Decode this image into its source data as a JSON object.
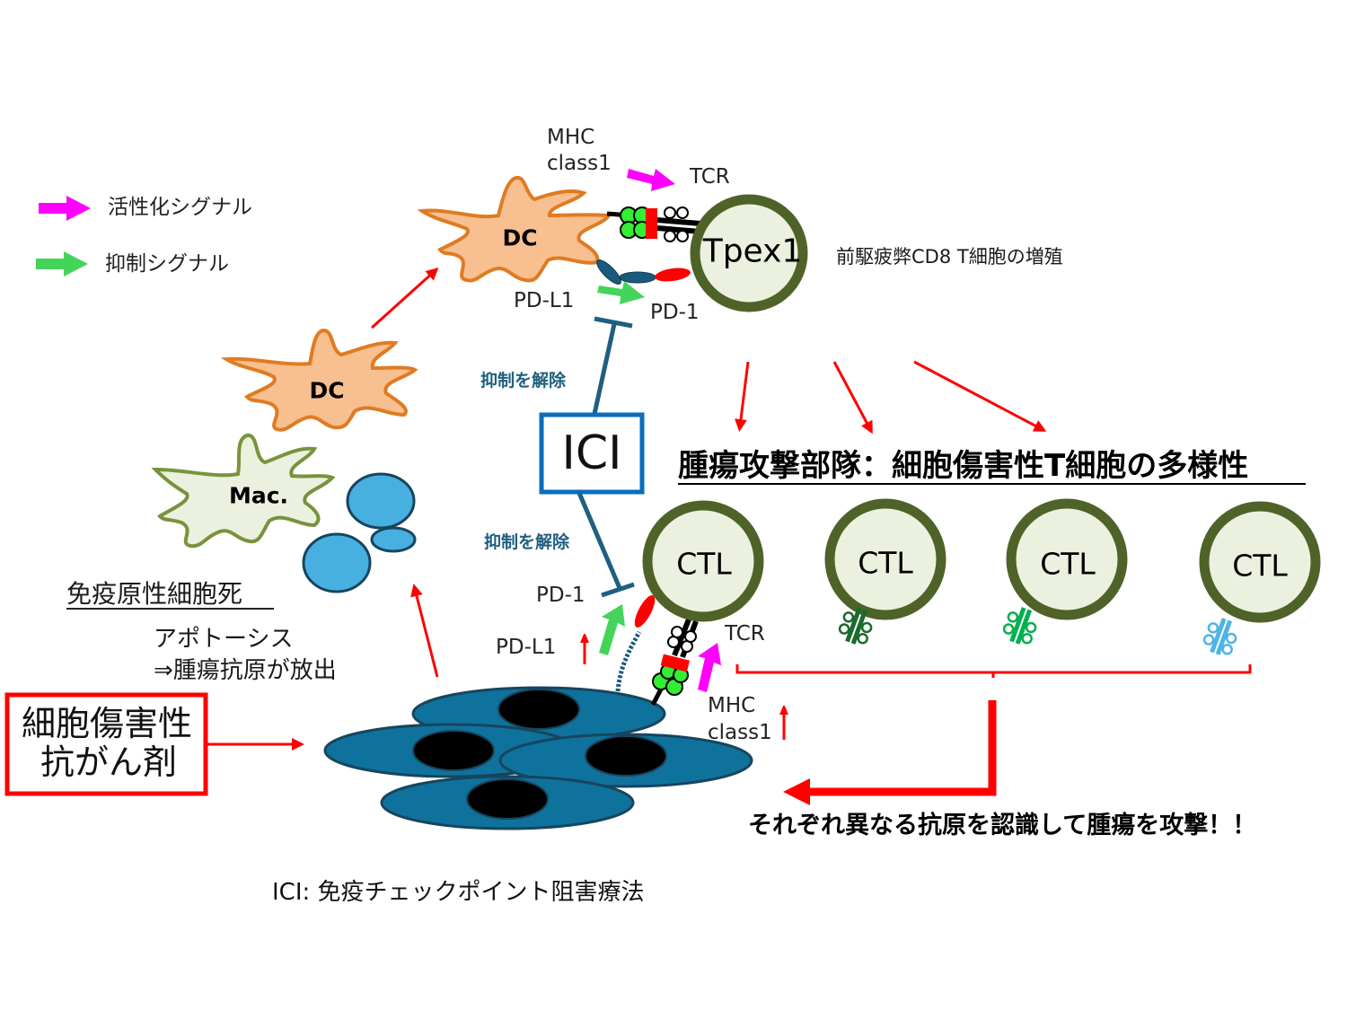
{
  "legend": {
    "items": [
      {
        "label": "活性化シグナル",
        "icon": "magenta-arrow-icon",
        "color": "#ff00ff"
      },
      {
        "label": "抑制シグナル",
        "icon": "green-arrow-icon",
        "color": "#44d45a"
      }
    ]
  },
  "cells": {
    "dc_top": "DC",
    "dc_mid": "DC",
    "mac": "Mac.",
    "tpex": "Tpex1",
    "ctl_main": "CTL",
    "ctl_list": [
      "CTL",
      "CTL",
      "CTL"
    ]
  },
  "labels": {
    "mhc_top_line1": "MHC",
    "mhc_top_line2": "class1",
    "tcr_top": "TCR",
    "pdl1_top": "PD-L1",
    "pd1_top": "PD-1",
    "tpex_note": "前駆疲弊CD8 T細胞の増殖",
    "release_top": "抑制を解除",
    "release_bottom": "抑制を解除",
    "ici_box": "ICI",
    "pd1_bottom": "PD-1",
    "pdl1_bottom": "PD-L1",
    "tcr_bottom": "TCR",
    "mhc_bottom_line1": "MHC",
    "mhc_bottom_line2": "class1",
    "up_arrow": "↑",
    "heading": "腫瘍攻撃部隊：細胞傷害性T細胞の多様性",
    "icd_title": "免疫原性細胞死",
    "apoptosis_line1": "アポトーシス",
    "apoptosis_line2": "⇒腫瘍抗原が放出",
    "drug_line1": "細胞傷害性",
    "drug_line2": "抗がん剤",
    "attack_note": "それぞれ異なる抗原を認識して腫瘍を攻撃！！",
    "footnote": "ICI: 免疫チェックポイント阻害療法"
  },
  "colors": {
    "activation": "#ff00ff",
    "inhibition": "#44d45a",
    "dc_fill": "#f8bf90",
    "dc_stroke": "#e07b22",
    "mac_fill": "#ebf1de",
    "mac_stroke": "#77933c",
    "tcell_ring": "#4f6228",
    "tcell_fill": "#ebf1de",
    "tumor_fill": "#0e729c",
    "tumor_stroke": "#17455e",
    "ici_blue": "#1f5f7f",
    "ici_box": "#0a6ebd",
    "red": "#ff0000",
    "debris": "#47b0e0",
    "tcr_variants": [
      "#1b6b2d",
      "#00b050",
      "#4fb4e6"
    ]
  }
}
